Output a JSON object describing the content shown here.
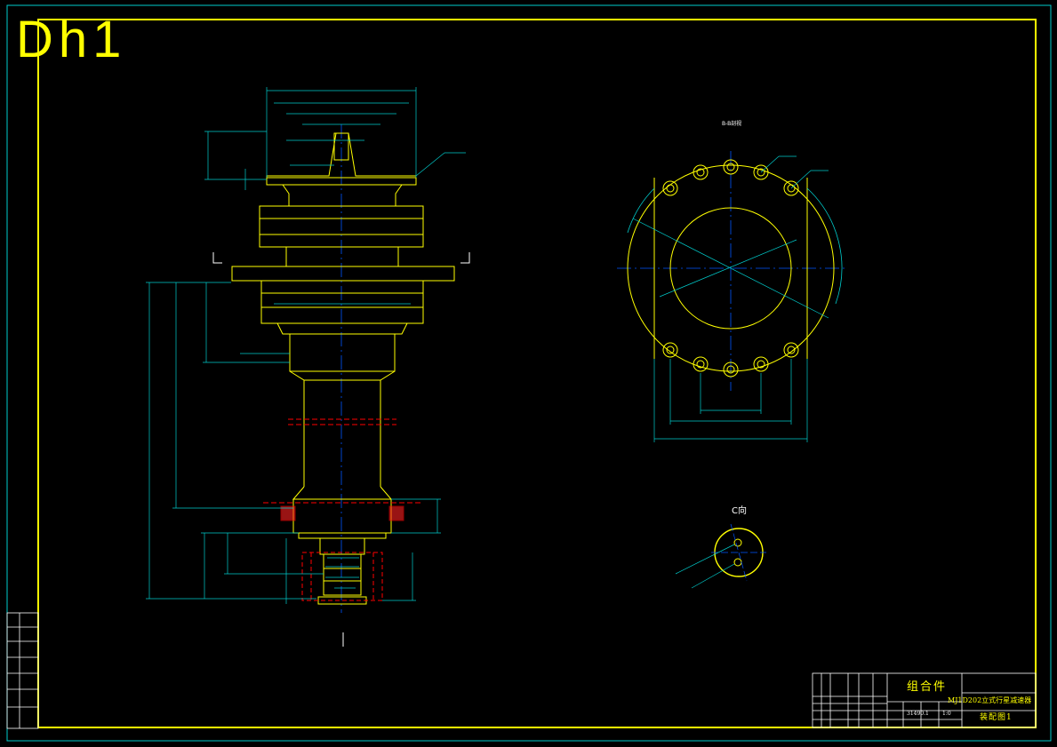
{
  "title": "Dh1",
  "views": {
    "top_view_label": "B-B剖视",
    "detail_view_label": "C向"
  },
  "title_block": {
    "part_type": "组合件",
    "drawing_name": "MJ1D202立式行星减速器",
    "drawing_subtitle": "装配图1",
    "scale": "1:0",
    "sheet": "31490.1"
  },
  "colors": {
    "frame": "#ffff00",
    "outer_frame": "#00cccc",
    "dimension": "#00cccc",
    "part_outline": "#ffff00",
    "center_line": "#0055ff",
    "hidden": "#ff0000"
  }
}
